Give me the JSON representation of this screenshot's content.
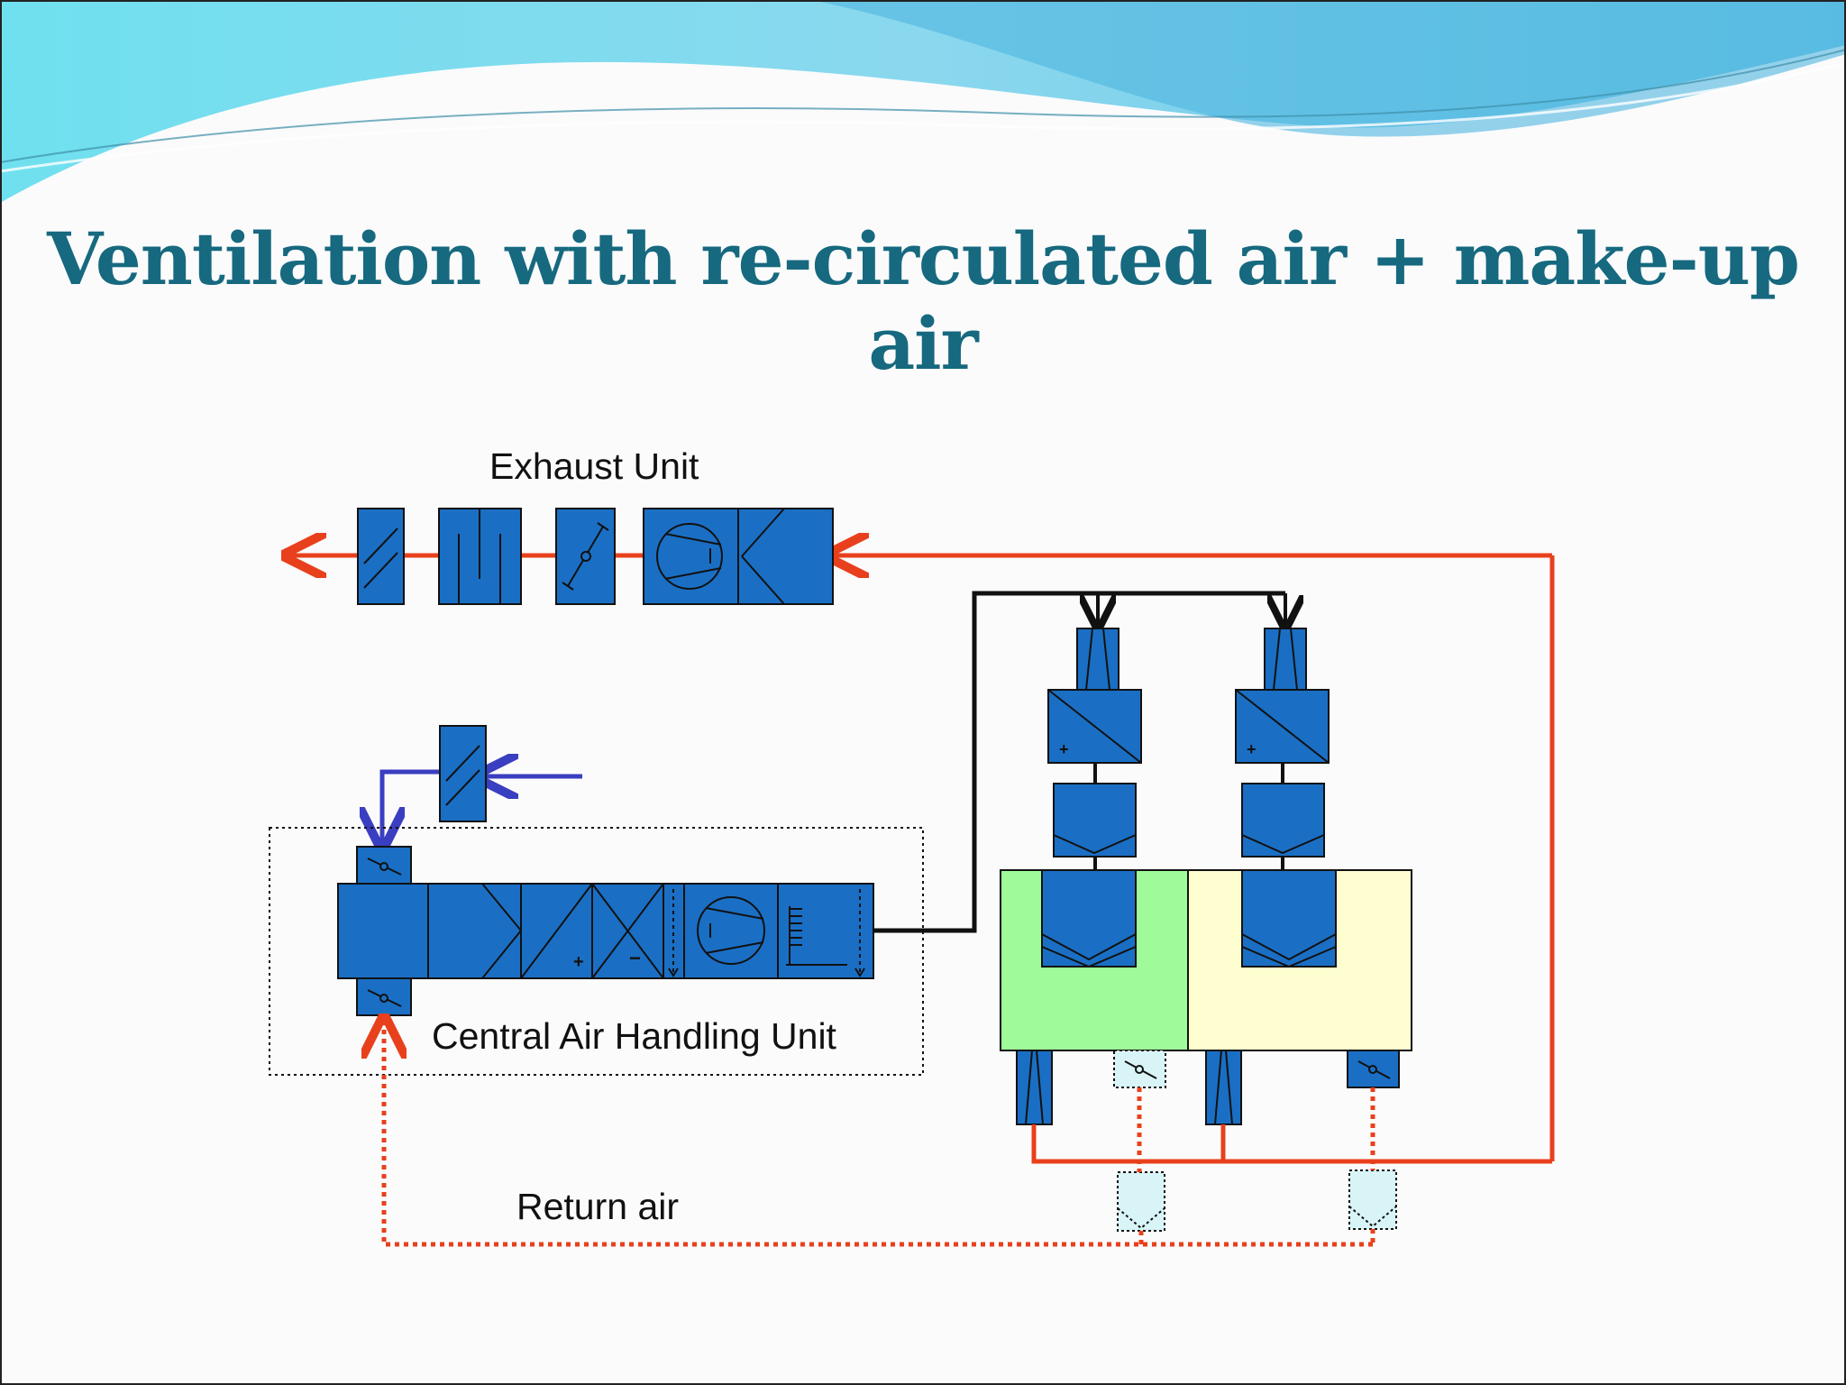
{
  "slide": {
    "title": "Ventilation with re-circulated air + make-up air"
  },
  "diagram": {
    "labels": {
      "exhaust_unit": "Exhaust Unit",
      "central_ahu": "Central Air Handling Unit",
      "return_air": "Return air"
    },
    "symbols": {
      "plus": "+",
      "minus": "−"
    },
    "colors": {
      "component": "#1a6fc4",
      "exhaust_line": "#e8401c",
      "outdoor_air_line": "#3a3ec0",
      "supply_line": "#111111",
      "zone_1": "#9ffb9a",
      "zone_2": "#fefed0",
      "return_grille": "#d8f4f6",
      "title": "#16697f",
      "header_wave": "#5ec8e6"
    }
  }
}
